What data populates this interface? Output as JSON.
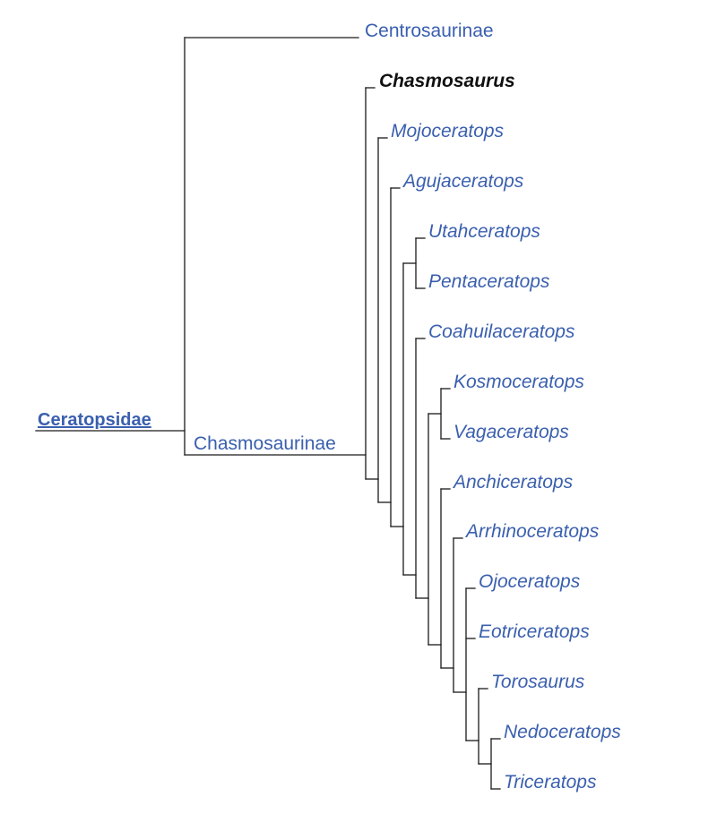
{
  "root": "Ceratopsidae",
  "subfamilies": {
    "centrosaurinae": "Centrosaurinae",
    "chasmosaurinae": "Chasmosaurinae"
  },
  "taxa": [
    "Chasmosaurus",
    "Mojoceratops",
    "Agujaceratops",
    "Utahceratops",
    "Pentaceratops",
    "Coahuilaceratops",
    "Kosmoceratops",
    "Vagaceratops",
    "Anchiceratops",
    "Arrhinoceratops",
    "Ojoceratops",
    "Eotriceratops",
    "Torosaurus",
    "Nedoceratops",
    "Triceratops"
  ],
  "highlighted_taxon": "Chasmosaurus",
  "colors": {
    "link": "#3a5fae",
    "current": "#111111",
    "branch": "#1a1a1a"
  }
}
